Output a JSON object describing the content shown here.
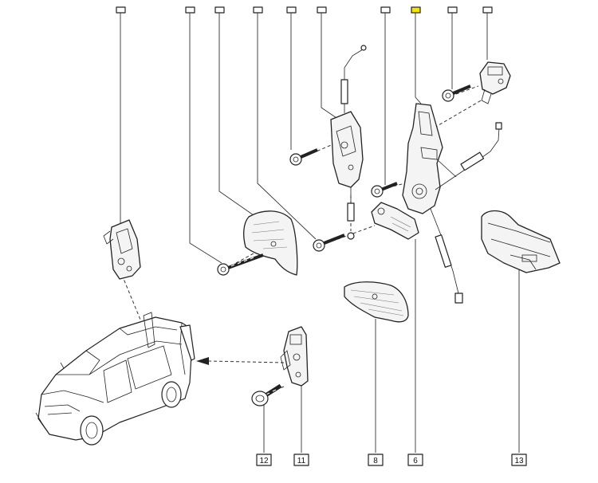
{
  "callouts": {
    "bottom": [
      {
        "id": "c12",
        "label": "12"
      },
      {
        "id": "c11",
        "label": "11"
      },
      {
        "id": "c8",
        "label": "8"
      },
      {
        "id": "c6",
        "label": "6"
      },
      {
        "id": "c13",
        "label": "13"
      }
    ]
  },
  "colors": {
    "highlight_tab": "#f2e600",
    "line": "#222222"
  }
}
